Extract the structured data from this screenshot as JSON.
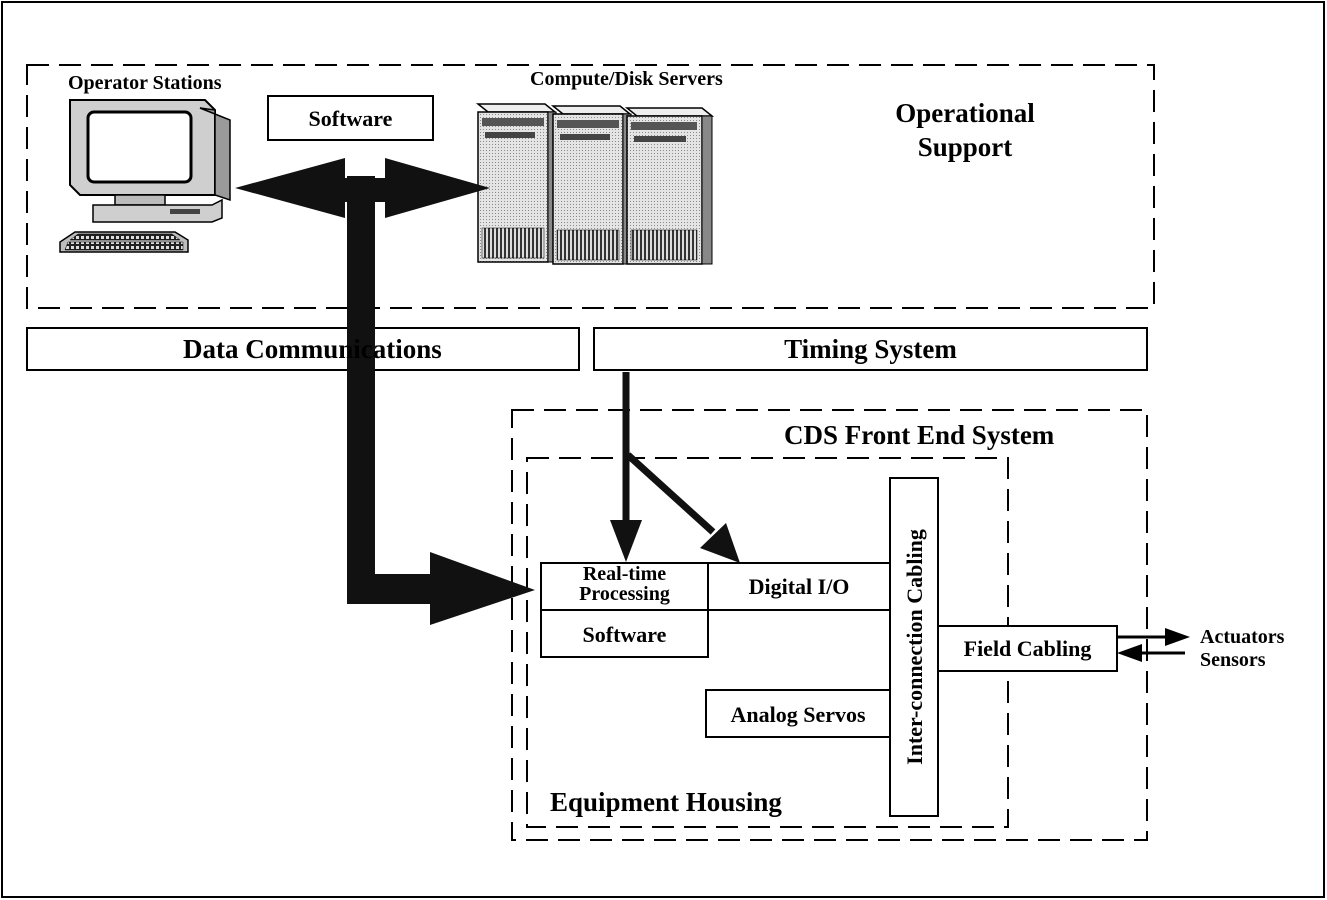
{
  "operational_support": {
    "title_line1": "Operational",
    "title_line2": "Support",
    "operator_stations_label": "Operator Stations",
    "compute_servers_label": "Compute/Disk Servers",
    "software_label": "Software"
  },
  "bars": {
    "data_communications": "Data Communications",
    "timing_system": "Timing System"
  },
  "front_end": {
    "title": "CDS Front End System",
    "equipment_housing": "Equipment Housing",
    "realtime_line1": "Real-time",
    "realtime_line2": "Processing",
    "software_label": "Software",
    "digital_io": "Digital I/O",
    "interconnection_cabling": "Inter-connection Cabling",
    "analog_servos": "Analog Servos",
    "field_cabling": "Field Cabling"
  },
  "external": {
    "actuators": "Actuators",
    "sensors": "Sensors"
  }
}
